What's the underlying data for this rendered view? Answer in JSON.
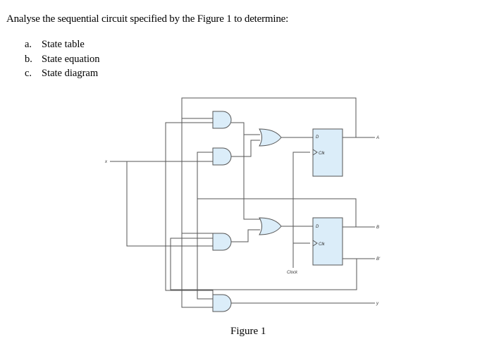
{
  "question": "Analyse the sequential circuit specified by the Figure 1 to determine:",
  "parts": [
    {
      "label": "a.",
      "text": "State table"
    },
    {
      "label": "b.",
      "text": "State equation"
    },
    {
      "label": "c.",
      "text": "State diagram"
    }
  ],
  "figure": {
    "caption": "Figure 1",
    "input_label": "x",
    "clock_label": "Clock",
    "ff_top": {
      "d_label": "D",
      "clk_label": "Clk",
      "output_label": "A"
    },
    "ff_bottom": {
      "d_label": "D",
      "clk_label": "Clk",
      "output_label": "B",
      "output_bar_label": "B'"
    },
    "output_label": "y",
    "colors": {
      "gate_fill": "#dbedf9",
      "wire": "#555555"
    }
  }
}
